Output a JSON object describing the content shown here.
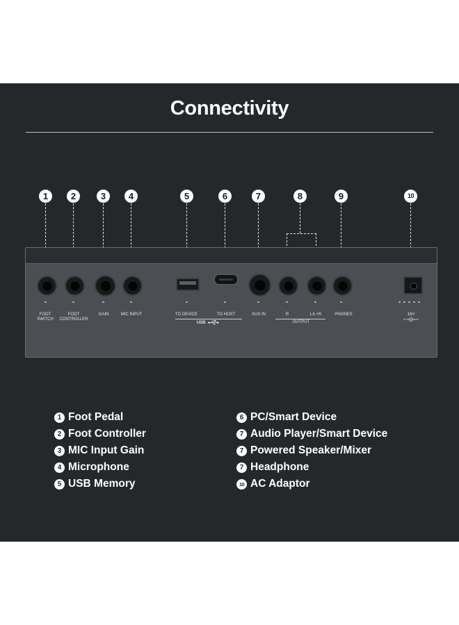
{
  "title": "Connectivity",
  "numbers": [
    "1",
    "2",
    "3",
    "4",
    "5",
    "6",
    "7",
    "8",
    "9",
    "10"
  ],
  "port_labels": {
    "foot_switch": [
      "FOOT",
      "SWITCH"
    ],
    "foot_controller": [
      "FOOT",
      "CONTROLLER"
    ],
    "gain": "GAIN",
    "mic_input": "MIC INPUT",
    "to_device": "TO DEVICE",
    "to_host": "TO HOST",
    "usb": "USB",
    "aux_in": "AUX IN",
    "output_r": "R",
    "output_l": "L/L+R",
    "output": "OUTPUT",
    "phones": "PHONES",
    "dc": "16V"
  },
  "legend_left": [
    {
      "num": "1",
      "label": "Foot Pedal"
    },
    {
      "num": "2",
      "label": "Foot Controller"
    },
    {
      "num": "3",
      "label": "MIC Input Gain"
    },
    {
      "num": "4",
      "label": "Microphone"
    },
    {
      "num": "5",
      "label": "USB Memory"
    }
  ],
  "legend_right": [
    {
      "num": "6",
      "label": "PC/Smart Device"
    },
    {
      "num": "7",
      "label": "Audio Player/Smart Device"
    },
    {
      "num": "7",
      "label": "Powered Speaker/Mixer"
    },
    {
      "num": "7",
      "label": "Headphone"
    },
    {
      "num": "10",
      "label": "AC Adaptor"
    }
  ]
}
